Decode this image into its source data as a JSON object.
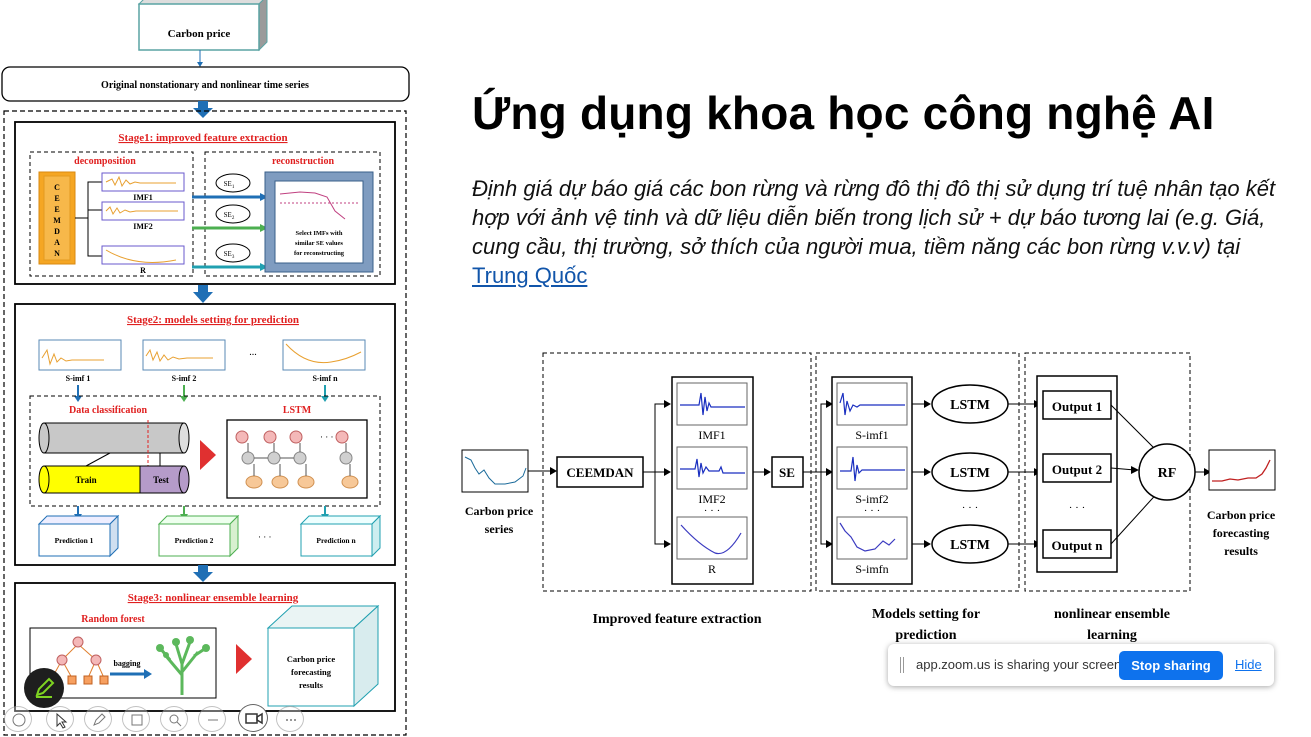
{
  "slide": {
    "title": "Ứng dụng khoa học công nghệ AI",
    "body_text": "Định giá dự báo giá các bon rừng và rừng đô thị đô thị sử dụng trí tuệ nhân tạo kết hợp với ảnh vệ tinh và dữ liệu diễn biến trong lịch sử  + dự báo tương lai (e.g. Giá, cung cầu, thị trường, sở thích của người mua, tiềm năng các bon rừng v.v.v) tại",
    "link_text": "Trung Quốc"
  },
  "left_flowchart": {
    "top_box": "Carbon price",
    "series_box": "Original nonstationary and nonlinear time series",
    "stage1": {
      "title": "Stage1:  improved  feature  extraction",
      "decomposition": "decomposition",
      "reconstruction": "reconstruction",
      "ceemdan_letters": [
        "C",
        "E",
        "E",
        "M",
        "D",
        "A",
        "N"
      ],
      "imf1": "IMF1",
      "imf2": "IMF2",
      "r": "R",
      "se1": "SE",
      "se2": "SE",
      "se3": "SE",
      "se1_sub": "1",
      "se2_sub": "2",
      "se3_sub": "3",
      "select_note": [
        "Select IMFs with",
        "similar SE values",
        "for reconstructing"
      ]
    },
    "stage2": {
      "title": "Stage2:  models  setting  for  prediction",
      "simf1": "S-imf 1",
      "simf2": "S-imf 2",
      "simfn": "S-imf n",
      "ellipsis": "...",
      "data_classification": "Data classification",
      "lstm": "LSTM",
      "train": "Train",
      "test": "Test",
      "prediction1": "Prediction 1",
      "prediction2": "Prediction 2",
      "predictionn": "Prediction n"
    },
    "stage3": {
      "title": "Stage3:  nonlinear  ensemble  learning",
      "random_forest": "Random forest",
      "bagging": "bagging",
      "result": [
        "Carbon price",
        "forecasting",
        "results"
      ]
    }
  },
  "right_flowchart": {
    "input_label": [
      "Carbon price",
      "series"
    ],
    "ceemdan": "CEEMDAN",
    "imf1": "IMF1",
    "imf2": "IMF2",
    "r": "R",
    "dots": "· · ·",
    "se": "SE",
    "simf1": "S-imf1",
    "simf2": "S-imf2",
    "simfn": "S-imfn",
    "lstm": "LSTM",
    "output1": "Output 1",
    "output2": "Output 2",
    "outputn": "Output n",
    "rf": "RF",
    "result_label": [
      "Carbon price",
      "forecasting",
      "results"
    ],
    "section1": "Improved feature extraction",
    "section2": [
      "Models setting for",
      "prediction"
    ],
    "section3": [
      "nonlinear ensemble",
      "learning"
    ]
  },
  "share_bar": {
    "message": "app.zoom.us is sharing your screen.",
    "stop_button": "Stop sharing",
    "hide_link": "Hide"
  },
  "toolbar": {
    "tools": [
      "pen-icon",
      "select-icon",
      "cursor-icon",
      "pencil-icon",
      "save-icon",
      "spotlight-icon",
      "eraser-icon",
      "camera-icon",
      "more-icon"
    ]
  },
  "colors": {
    "stage_title_red": "#e02020",
    "arrow_blue": "#1f6fb5",
    "teal_box": "#5aa3a3",
    "ceemdan_orange": "#f5a623",
    "train_yellow": "#ffff00",
    "test_purple": "#b59bc9",
    "zoom_blue": "#0e72ed"
  }
}
